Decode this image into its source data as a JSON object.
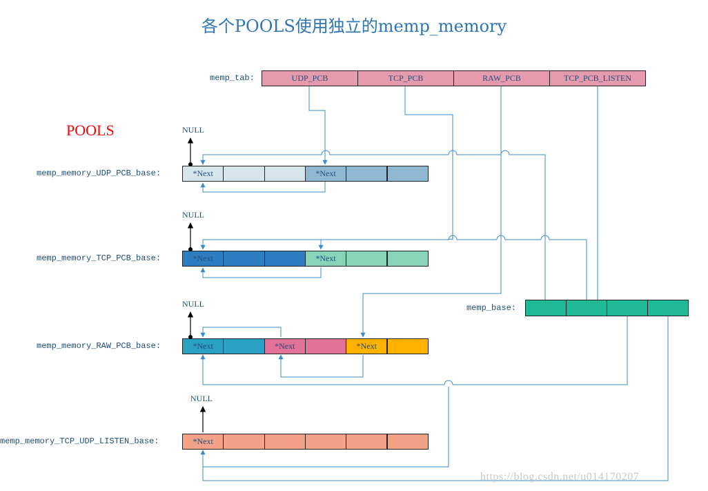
{
  "title": "各个POOLS使用独立的memp_memory",
  "pools_label": "POOLS",
  "memp_tab": {
    "label": "memp_tab:",
    "cells": [
      "UDP_PCB",
      "TCP_PCB",
      "RAW_PCB",
      "TCP_PCB_LISTEN"
    ]
  },
  "memp_base": {
    "label": "memp_base:"
  },
  "null_text": "NULL",
  "next_text": "*Next",
  "pools": [
    {
      "label": "memp_memory_UDP_PCB_base:",
      "cells": [
        {
          "color": "#D6E4EC",
          "next": true
        },
        {
          "color": "#D6E4EC",
          "next": false
        },
        {
          "color": "#D6E4EC",
          "next": false
        },
        {
          "color": "#8FB8D2",
          "next": true
        },
        {
          "color": "#8FB8D2",
          "next": false
        },
        {
          "color": "#8FB8D2",
          "next": false
        }
      ]
    },
    {
      "label": "memp_memory_TCP_PCB_base:",
      "cells": [
        {
          "color": "#2E7DC0",
          "next": true
        },
        {
          "color": "#2E7DC0",
          "next": false
        },
        {
          "color": "#2E7DC0",
          "next": false
        },
        {
          "color": "#86D3B8",
          "next": true
        },
        {
          "color": "#86D3B8",
          "next": false
        },
        {
          "color": "#86D3B8",
          "next": false
        }
      ]
    },
    {
      "label": "memp_memory_RAW_PCB_base:",
      "cells": [
        {
          "color": "#2AA0C2",
          "next": true
        },
        {
          "color": "#2AA0C2",
          "next": false
        },
        {
          "color": "#DF7296",
          "next": true
        },
        {
          "color": "#DF7296",
          "next": false
        },
        {
          "color": "#FFB100",
          "next": true
        },
        {
          "color": "#FFB100",
          "next": false
        }
      ]
    },
    {
      "label": "memp_memory_TCP_UDP_LISTEN_base:",
      "cells": [
        {
          "color": "#F3A288",
          "next": true
        },
        {
          "color": "#F3A288",
          "next": false
        },
        {
          "color": "#F3A288",
          "next": false
        },
        {
          "color": "#F3A288",
          "next": false
        },
        {
          "color": "#F3A288",
          "next": false
        },
        {
          "color": "#F3A288",
          "next": false
        }
      ]
    }
  ],
  "colors": {
    "line": "#3A8BC8",
    "memp_base_fill": "#1FB996",
    "title": "#2E75B6",
    "pools_label": "#FF0000"
  },
  "watermark": "https://blog.csdn.net/u014170207"
}
